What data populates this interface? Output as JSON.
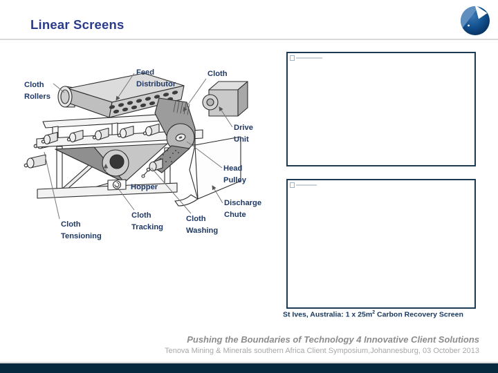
{
  "slide": {
    "title": "Linear Screens",
    "colors": {
      "title": "#2A3A8C",
      "diagram_label": "#1F3864",
      "caption": "#17375E",
      "footer_text": "#8C8C8C",
      "footer_subtext": "#A8A8A8",
      "bottom_bar": "#07293F",
      "image_border": "#1C3A54"
    },
    "footer": {
      "line1": "Pushing the Boundaries of Technology 4 Innovative Client Solutions",
      "line2": "Tenova Mining & Minerals southern Africa Client Symposium,Johannesburg, 03 October 2013"
    }
  },
  "logo": {
    "name": "tenova-globe"
  },
  "diagram": {
    "subject": "Linear screen machine labeled cutaway",
    "labels": {
      "cloth_rollers": {
        "l1": "Cloth",
        "l2": "Rollers"
      },
      "feed_distributor": {
        "l1": "Feed",
        "l2": "Distributor"
      },
      "cloth": {
        "l1": "Cloth"
      },
      "drive_unit": {
        "l1": "Drive",
        "l2": "Unit"
      },
      "head_pulley": {
        "l1": "Head",
        "l2": "Pulley"
      },
      "discharge_chute": {
        "l1": "Discharge",
        "l2": "Chute"
      },
      "cloth_washing": {
        "l1": "Cloth",
        "l2": "Washing"
      },
      "cloth_tracking": {
        "l1": "Cloth",
        "l2": "Tracking"
      },
      "hopper": {
        "l1": "Hopper"
      },
      "cloth_tensioning": {
        "l1": "Cloth",
        "l2": "Tensioning"
      }
    }
  },
  "photos": {
    "caption": {
      "prefix": "St Ives, Australia: 1 x 25m",
      "sup": "2",
      "suffix": " Carbon Recovery Screen"
    }
  }
}
